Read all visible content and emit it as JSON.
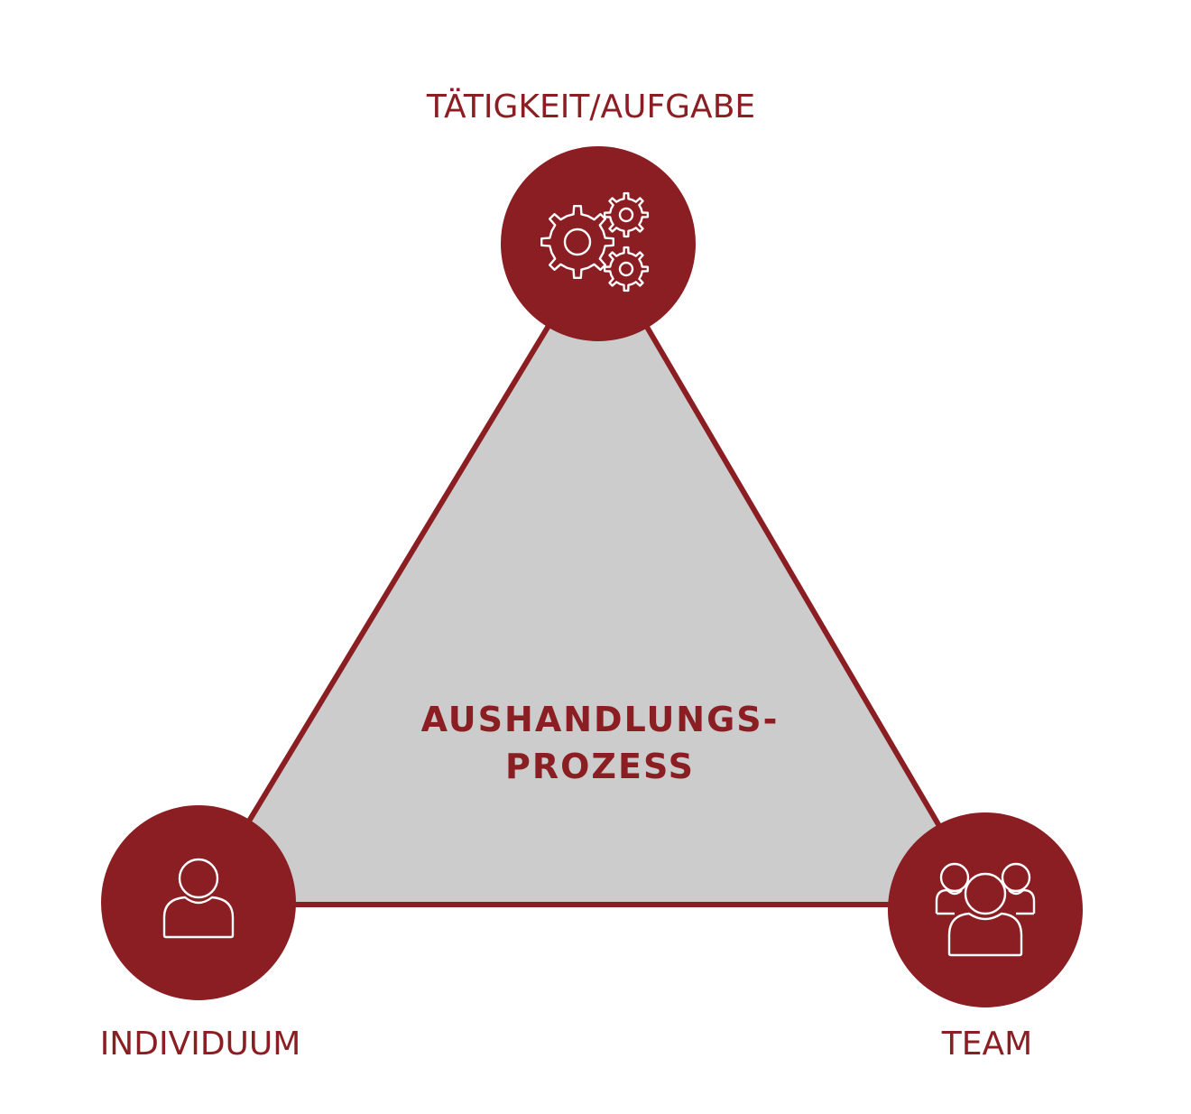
{
  "colors": {
    "accent": "#8b1e22",
    "triangle_fill": "#cccccc",
    "icon_stroke": "#ffffff",
    "background": "#ffffff"
  },
  "nodes": {
    "top": {
      "label": "TÄTIGKEIT/AUFGABE",
      "icon": "gears-icon"
    },
    "left": {
      "label": "INDIVIDUUM",
      "icon": "person-icon"
    },
    "right": {
      "label": "TEAM",
      "icon": "group-icon"
    }
  },
  "center": {
    "line1": "AUSHANDLUNGS-",
    "line2": "PROZESS"
  }
}
